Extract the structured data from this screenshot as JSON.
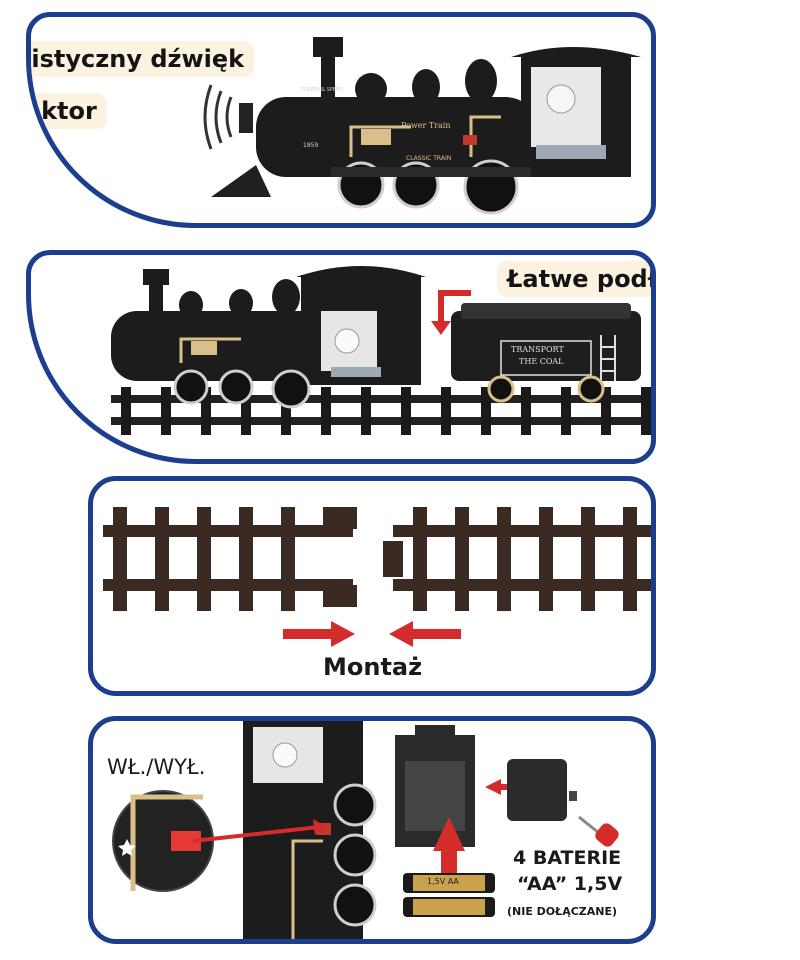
{
  "features": {
    "sound_label": "alistyczny dźwięk",
    "light_label": "flektor"
  },
  "connect": {
    "label": "Łatwe podłącznie",
    "tender_plate": [
      "TRANSPORT",
      "THE COAL"
    ]
  },
  "locomotive": {
    "side_text": "Power Train",
    "badge_text": "CLASSIC TRAIN",
    "number": "1859",
    "top_plate": "POWER & SPEED"
  },
  "assembly": {
    "label": "Montaż"
  },
  "battery": {
    "switch_label": "WŁ./WYŁ.",
    "line1": "4 BATERIE",
    "line2": "“AA” 1,5V",
    "line3": "(NIE DOŁĄCZANE)",
    "cell_label": "1,5V AA"
  },
  "colors": {
    "frame": "#1b3e8f",
    "arrow": "#d42b2b",
    "tag_bg": "#fbf2e0",
    "engine": "#1c1c1c",
    "trim": "#d9c08a"
  }
}
